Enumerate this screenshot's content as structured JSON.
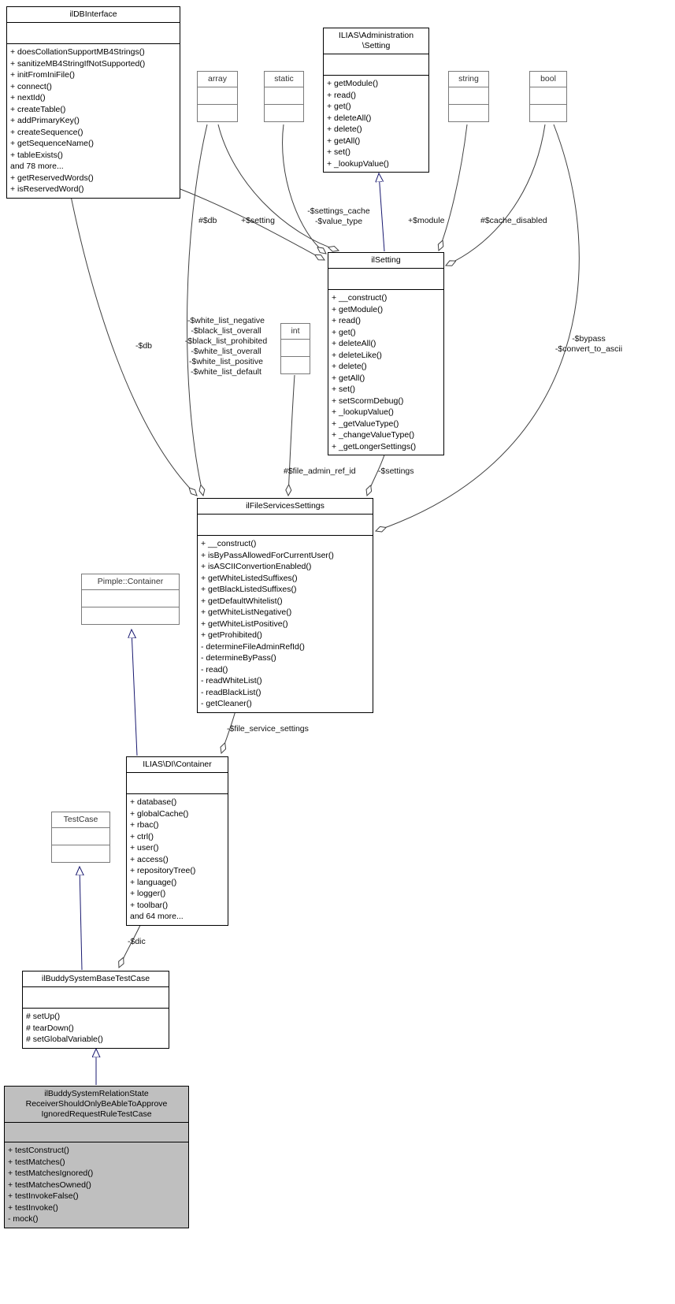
{
  "colors": {
    "aggregation_edge": "#404040",
    "inheritance_edge": "#191970",
    "highlight_class_bg": "#bfbfbf",
    "external_box_border": "#7a7a7a"
  },
  "classes": {
    "ildbinterface": {
      "title": "ilDBInterface",
      "methods": [
        "+ doesCollationSupportMB4Strings()",
        "+ sanitizeMB4StringIfNotSupported()",
        "+ initFromIniFile()",
        "+ connect()",
        "+ nextId()",
        "+ createTable()",
        "+ addPrimaryKey()",
        "+ createSequence()",
        "+ getSequenceName()",
        "+ tableExists()",
        "and 78 more...",
        "+ getReservedWords()",
        "+ isReservedWord()"
      ]
    },
    "admin_setting": {
      "title": "ILIAS\\Administration\n\\Setting",
      "methods": [
        "+ getModule()",
        "+ read()",
        "+ get()",
        "+ deleteAll()",
        "+ delete()",
        "+ getAll()",
        "+ set()",
        "+ _lookupValue()"
      ]
    },
    "array": {
      "title": "array"
    },
    "static": {
      "title": "static"
    },
    "string": {
      "title": "string"
    },
    "bool": {
      "title": "bool"
    },
    "int": {
      "title": "int"
    },
    "ilsetting": {
      "title": "ilSetting",
      "methods": [
        "+ __construct()",
        "+ getModule()",
        "+ read()",
        "+ get()",
        "+ deleteAll()",
        "+ deleteLike()",
        "+ delete()",
        "+ getAll()",
        "+ set()",
        "+ setScormDebug()",
        "+ _lookupValue()",
        "+ _getValueType()",
        "+ _changeValueType()",
        "+ _getLongerSettings()"
      ]
    },
    "ilfileservicessettings": {
      "title": "ilFileServicesSettings",
      "methods": [
        "+ __construct()",
        "+ isByPassAllowedForCurrentUser()",
        "+ isASCIIConvertionEnabled()",
        "+ getWhiteListedSuffixes()",
        "+ getBlackListedSuffixes()",
        "+ getDefaultWhitelist()",
        "+ getWhiteListNegative()",
        "+ getWhiteListPositive()",
        "+ getProhibited()",
        "- determineFileAdminRefId()",
        "- determineByPass()",
        "- read()",
        "- readWhiteList()",
        "- readBlackList()",
        "- getCleaner()"
      ]
    },
    "pimple_container": {
      "title": "Pimple::Container"
    },
    "di_container": {
      "title": "ILIAS\\DI\\Container",
      "methods": [
        "+ database()",
        "+ globalCache()",
        "+ rbac()",
        "+ ctrl()",
        "+ user()",
        "+ access()",
        "+ repositoryTree()",
        "+ language()",
        "+ logger()",
        "+ toolbar()",
        "and 64 more..."
      ]
    },
    "testcase": {
      "title": "TestCase"
    },
    "buddy_base": {
      "title": "ilBuddySystemBaseTestCase",
      "methods": [
        "# setUp()",
        "# tearDown()",
        "# setGlobalVariable()"
      ]
    },
    "buddy_rule": {
      "title": "ilBuddySystemRelationState\nReceiverShouldOnlyBeAbleToApprove\nIgnoredRequestRuleTestCase",
      "methods": [
        "+ testConstruct()",
        "+ testMatches()",
        "+ testMatchesIgnored()",
        "+ testMatchesOwned()",
        "+ testInvokeFalse()",
        "+ testInvoke()",
        "- mock()"
      ]
    }
  },
  "edge_labels": {
    "db_setting": "#$db",
    "setting": "+$setting",
    "settings_cache": "-$settings_cache\n-$value_type",
    "module": "+$module",
    "cache_disabled": "#$cache_disabled",
    "db_files": "-$db",
    "white_lists": "-$white_list_negative\n-$black_list_overall\n-$black_list_prohibited\n-$white_list_overall\n-$white_list_positive\n-$white_list_default",
    "bypass": "-$bypass\n-$convert_to_ascii",
    "file_admin_ref_id": "#$file_admin_ref_id",
    "settings": "-$settings",
    "file_service_settings": "-$file_service_settings",
    "dic": "-$dic"
  }
}
